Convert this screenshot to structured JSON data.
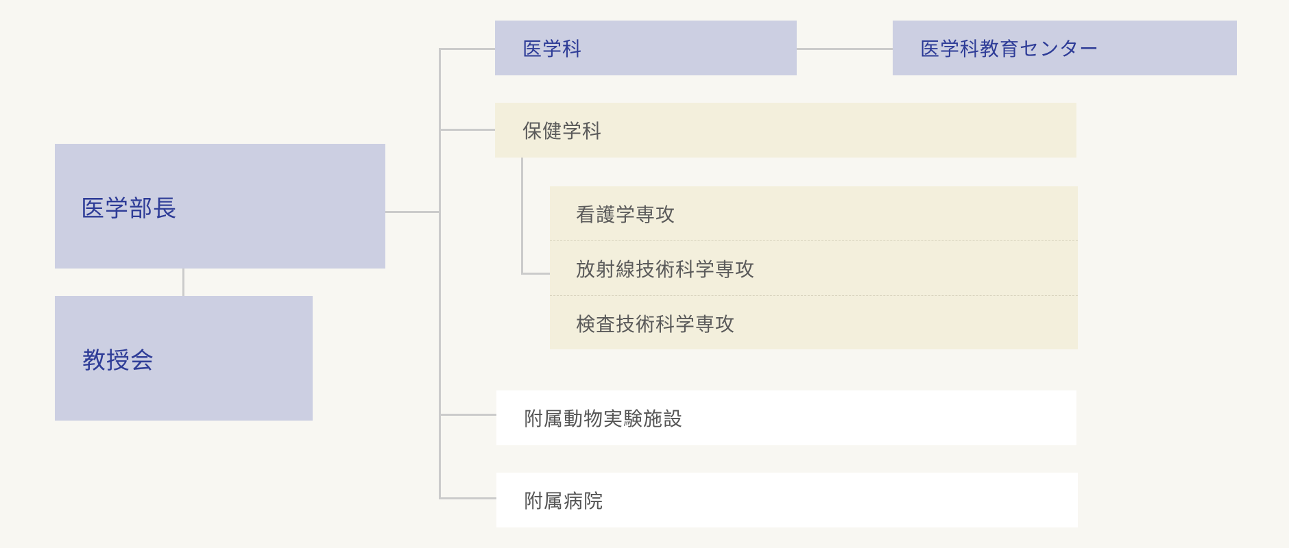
{
  "dean": {
    "label": "医学部長"
  },
  "faculty_council": {
    "label": "教授会"
  },
  "departments": {
    "medicine": {
      "label": "医学科"
    },
    "medical_education_center": {
      "label": "医学科教育センター"
    },
    "health_sciences": {
      "label": "保健学科",
      "majors": [
        {
          "label": "看護学専攻"
        },
        {
          "label": "放射線技術科学専攻"
        },
        {
          "label": "検査技術科学専攻"
        }
      ]
    },
    "animal_facility": {
      "label": "附属動物実験施設"
    },
    "hospital": {
      "label": "附属病院"
    }
  },
  "colors": {
    "blue_box": "#cccfe2",
    "blue_text": "#2e3c97",
    "cream_box": "#f3efdc",
    "white_box": "#ffffff",
    "connector": "#cbcbcb",
    "background": "#f8f7f2"
  }
}
